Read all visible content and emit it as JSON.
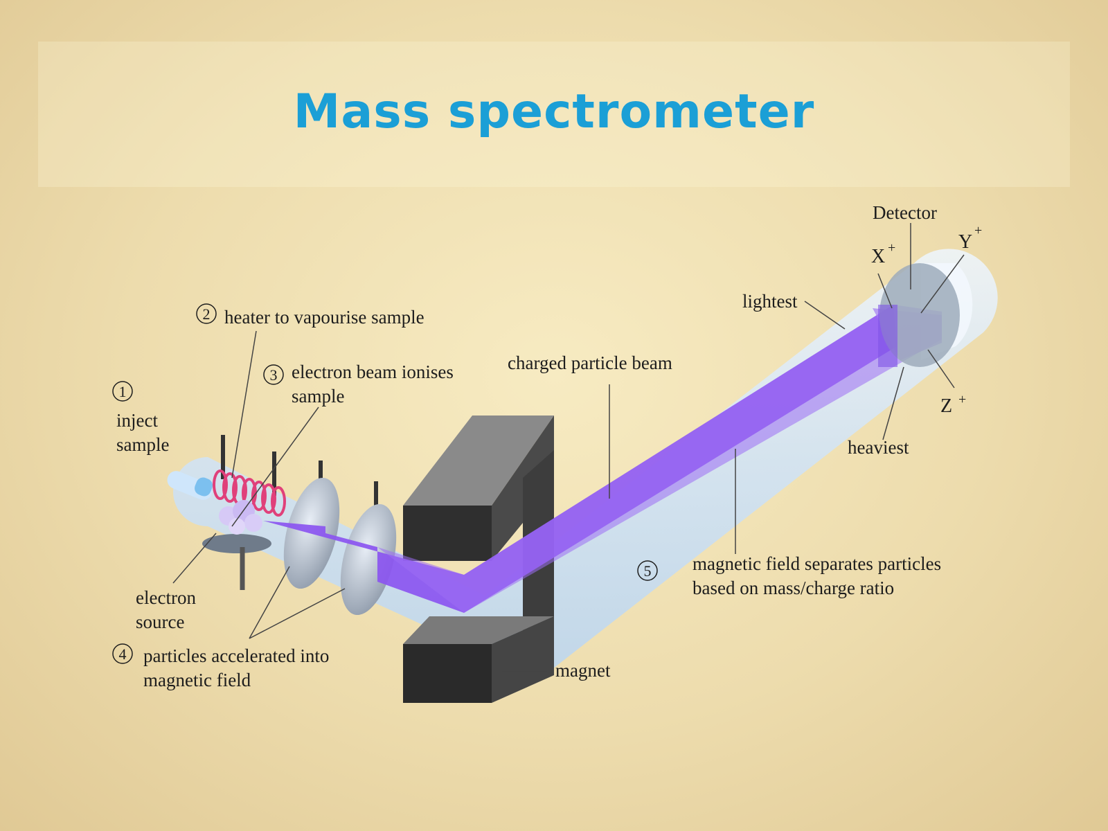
{
  "title": "Mass spectrometer",
  "steps": {
    "s1": {
      "num": "1",
      "line1": "inject",
      "line2": "sample"
    },
    "s2": {
      "num": "2",
      "text": "heater to vapourise sample"
    },
    "s3": {
      "num": "3",
      "line1": "electron beam ionises",
      "line2": "sample"
    },
    "s4": {
      "num": "4",
      "line1": "particles accelerated into",
      "line2": "magnetic field"
    },
    "s5": {
      "num": "5",
      "line1": "magnetic field separates particles",
      "line2": "based on mass/charge ratio"
    }
  },
  "labels": {
    "electron_source_1": "electron",
    "electron_source_2": "source",
    "charged_beam": "charged particle beam",
    "magnet": "magnet",
    "detector": "Detector",
    "lightest": "lightest",
    "heaviest": "heaviest"
  },
  "ions": {
    "x": "X",
    "y": "Y",
    "z": "Z",
    "charge": "+"
  },
  "colors": {
    "title": "#1b9fd6",
    "beam": "#8b55f0",
    "tube": "#d6e8fb",
    "magnet": "#3a3a3a",
    "heater": "#e0407a"
  }
}
